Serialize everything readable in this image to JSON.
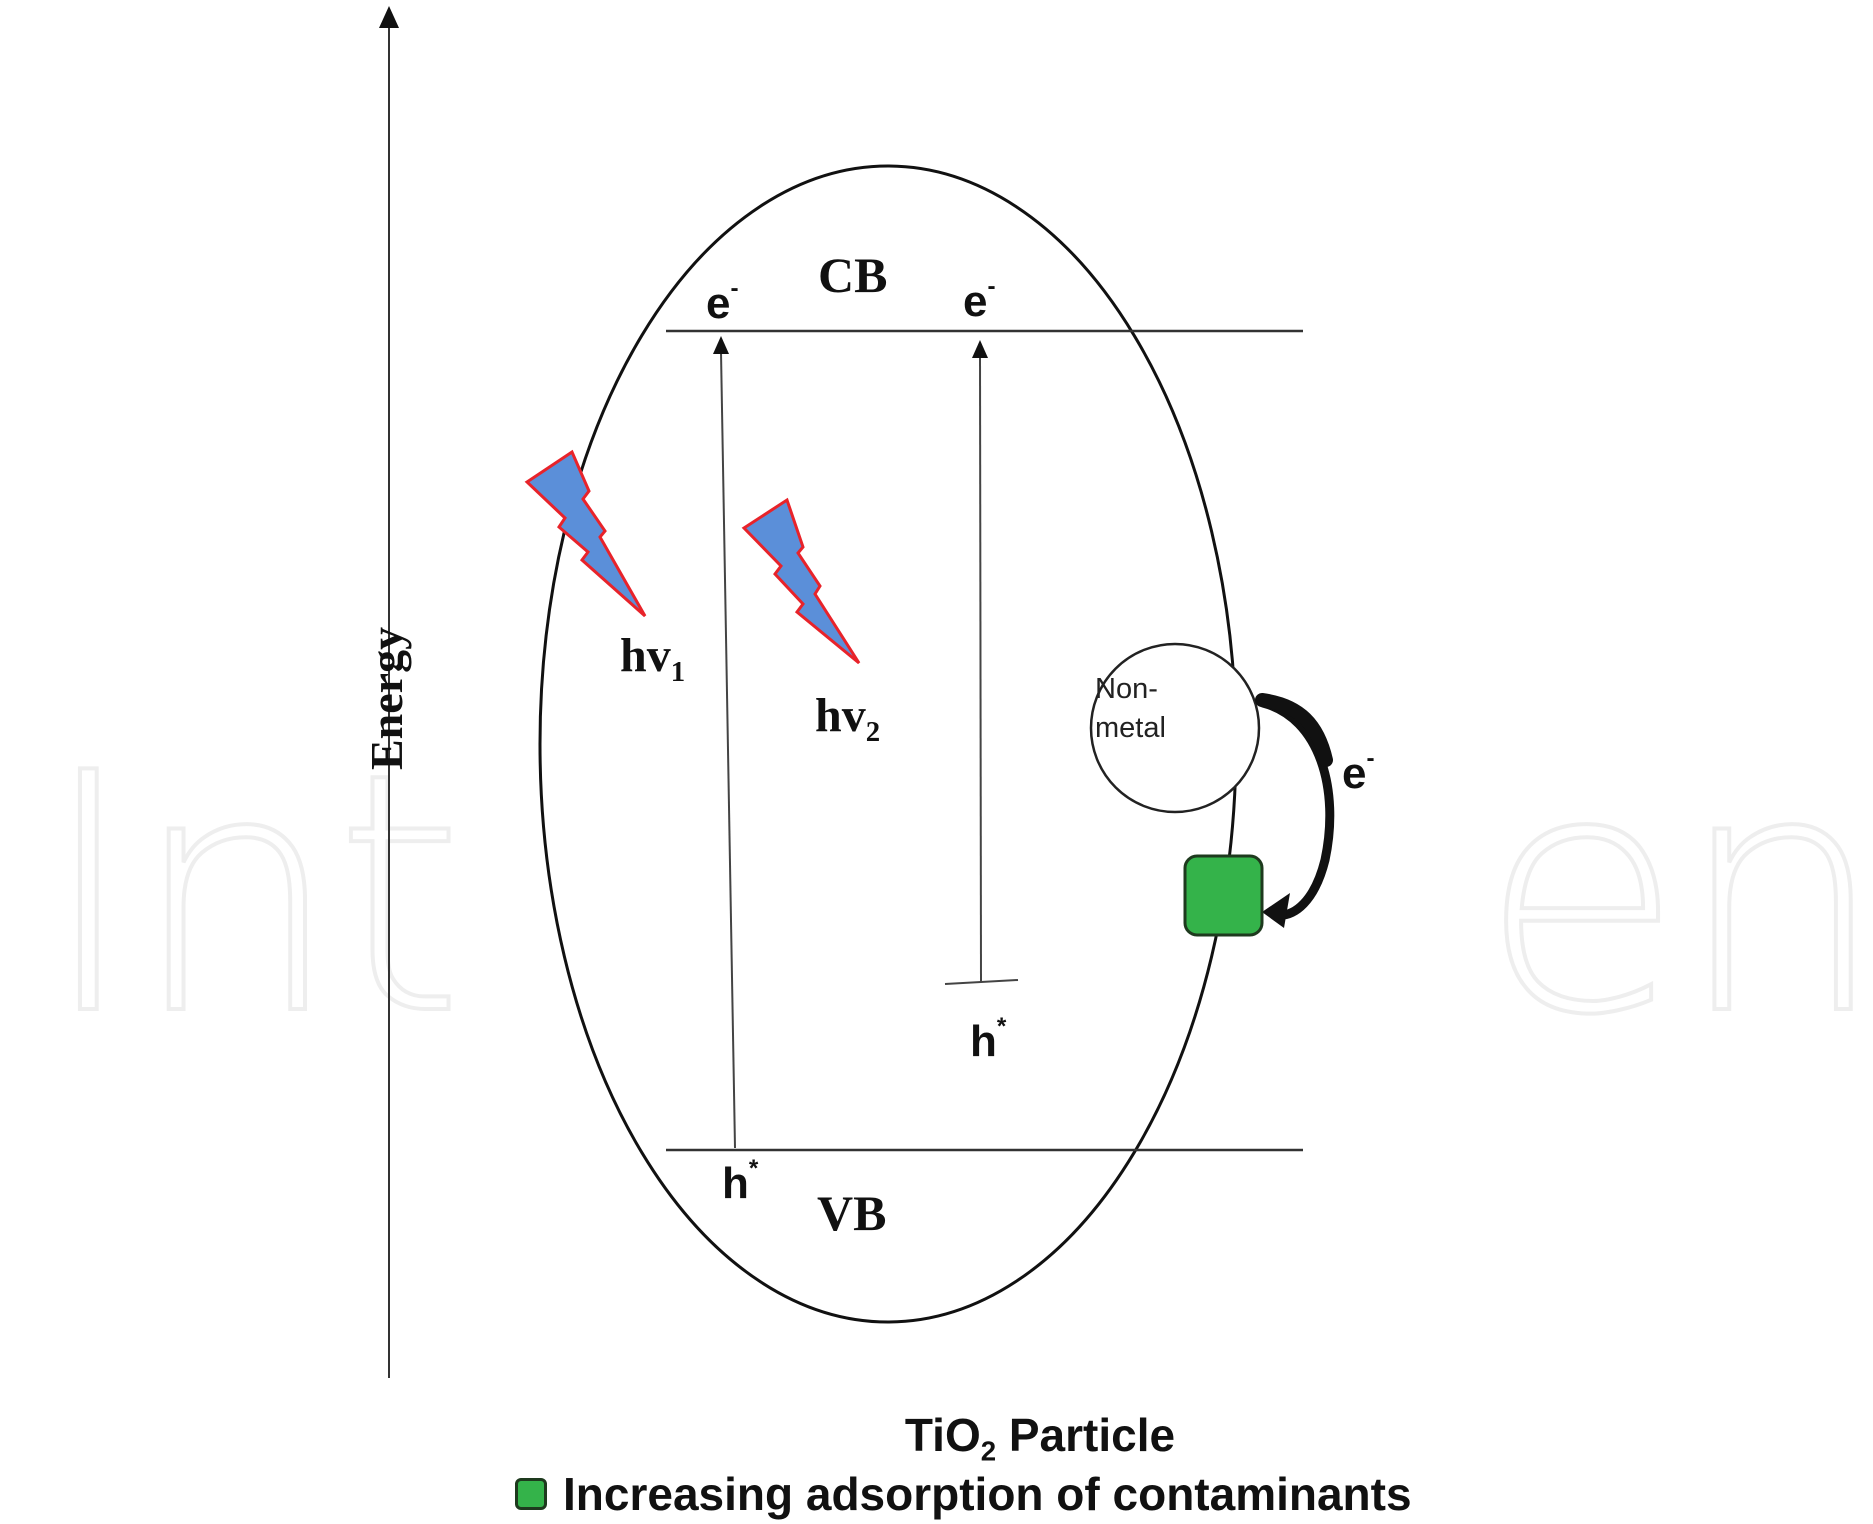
{
  "figure": {
    "axis": {
      "label": "Energy",
      "direction": "up"
    },
    "particle": {
      "shape": "ellipse",
      "name_prefix": "TiO",
      "name_subscript": "2",
      "name_suffix": " Particle"
    },
    "bands": {
      "conduction": {
        "label": "CB"
      },
      "valence": {
        "label": "VB"
      }
    },
    "carriers": {
      "electron_cb_left": {
        "base": "e",
        "sup": "-"
      },
      "electron_cb_right": {
        "base": "e",
        "sup": "-"
      },
      "hole_vb_left": {
        "base": "h",
        "sup": "*"
      },
      "hole_midgap": {
        "base": "h",
        "sup": "*"
      },
      "electron_transfer": {
        "base": "e",
        "sup": "-"
      }
    },
    "photons": [
      {
        "base": "hv",
        "subscript": "1",
        "icon": "lightning-bolt-icon"
      },
      {
        "base": "hv",
        "subscript": "2",
        "icon": "lightning-bolt-icon"
      }
    ],
    "dopant": {
      "line1": "Non-",
      "line2": "metal"
    },
    "legend": {
      "swatch_color": "#34b34a",
      "text": "Increasing adsorption of contaminants"
    },
    "colors": {
      "bolt_fill": "#5b8fd9",
      "bolt_stroke": "#e8232a",
      "contaminant_fill": "#34b34a",
      "line": "#111111",
      "watermark": "#eeeeee"
    },
    "watermark": {
      "left_text": "Int",
      "right_text": "en"
    }
  }
}
